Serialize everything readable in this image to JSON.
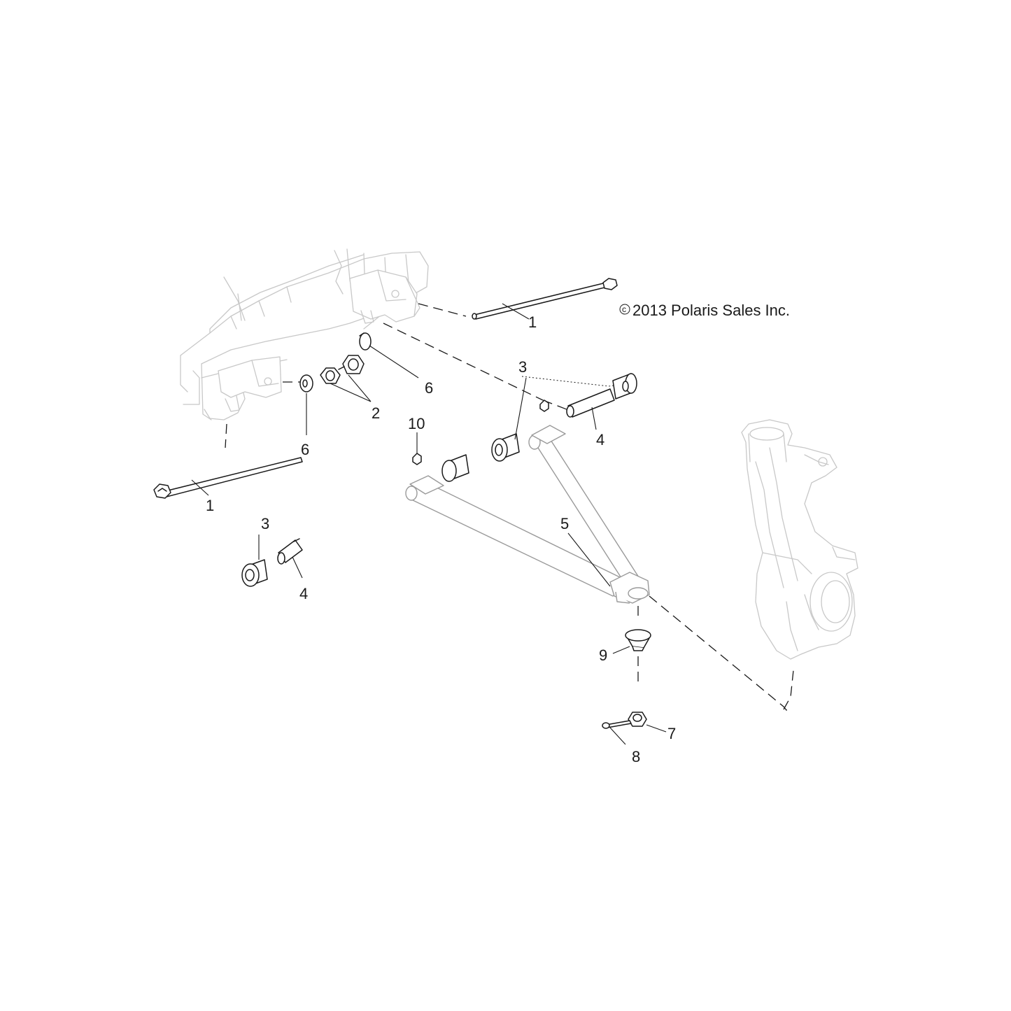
{
  "copyright": {
    "symbol": "c",
    "text": "2013 Polaris Sales Inc."
  },
  "callouts": {
    "bolt_upper": "1",
    "bolt_lower": "1",
    "nut_pair": "2",
    "bushing_upper": "3",
    "bushing_lower": "3",
    "sleeve_upper": "4",
    "sleeve_lower": "4",
    "a_arm": "5",
    "washer_upper": "6",
    "washer_lower": "6",
    "ball_joint_nut": "7",
    "cotter_pin": "8",
    "ball_joint_boot": "9",
    "grease_fitting": "10"
  }
}
